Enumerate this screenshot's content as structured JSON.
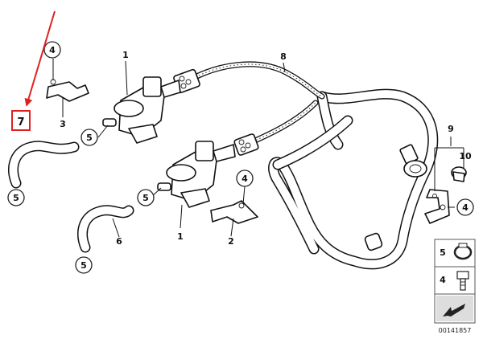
{
  "diagram_number": "00141857",
  "annotation": {
    "highlight_label": "7",
    "highlight_color": "#e02020",
    "arrow_color": "#e02020"
  },
  "callouts": {
    "c1a": "1",
    "c1b": "1",
    "c2": "2",
    "c3": "3",
    "c4a": "4",
    "c4b": "4",
    "c4c": "4",
    "c5a": "5",
    "c5b": "5",
    "c5c": "5",
    "c5d": "5",
    "c6": "6",
    "c8": "8",
    "c9": "9",
    "c10": "10"
  },
  "legend": {
    "item_a": "5",
    "item_b": "4"
  },
  "icons": [
    "hose-clamp-icon",
    "bolt-icon",
    "direction-arrow-icon"
  ]
}
